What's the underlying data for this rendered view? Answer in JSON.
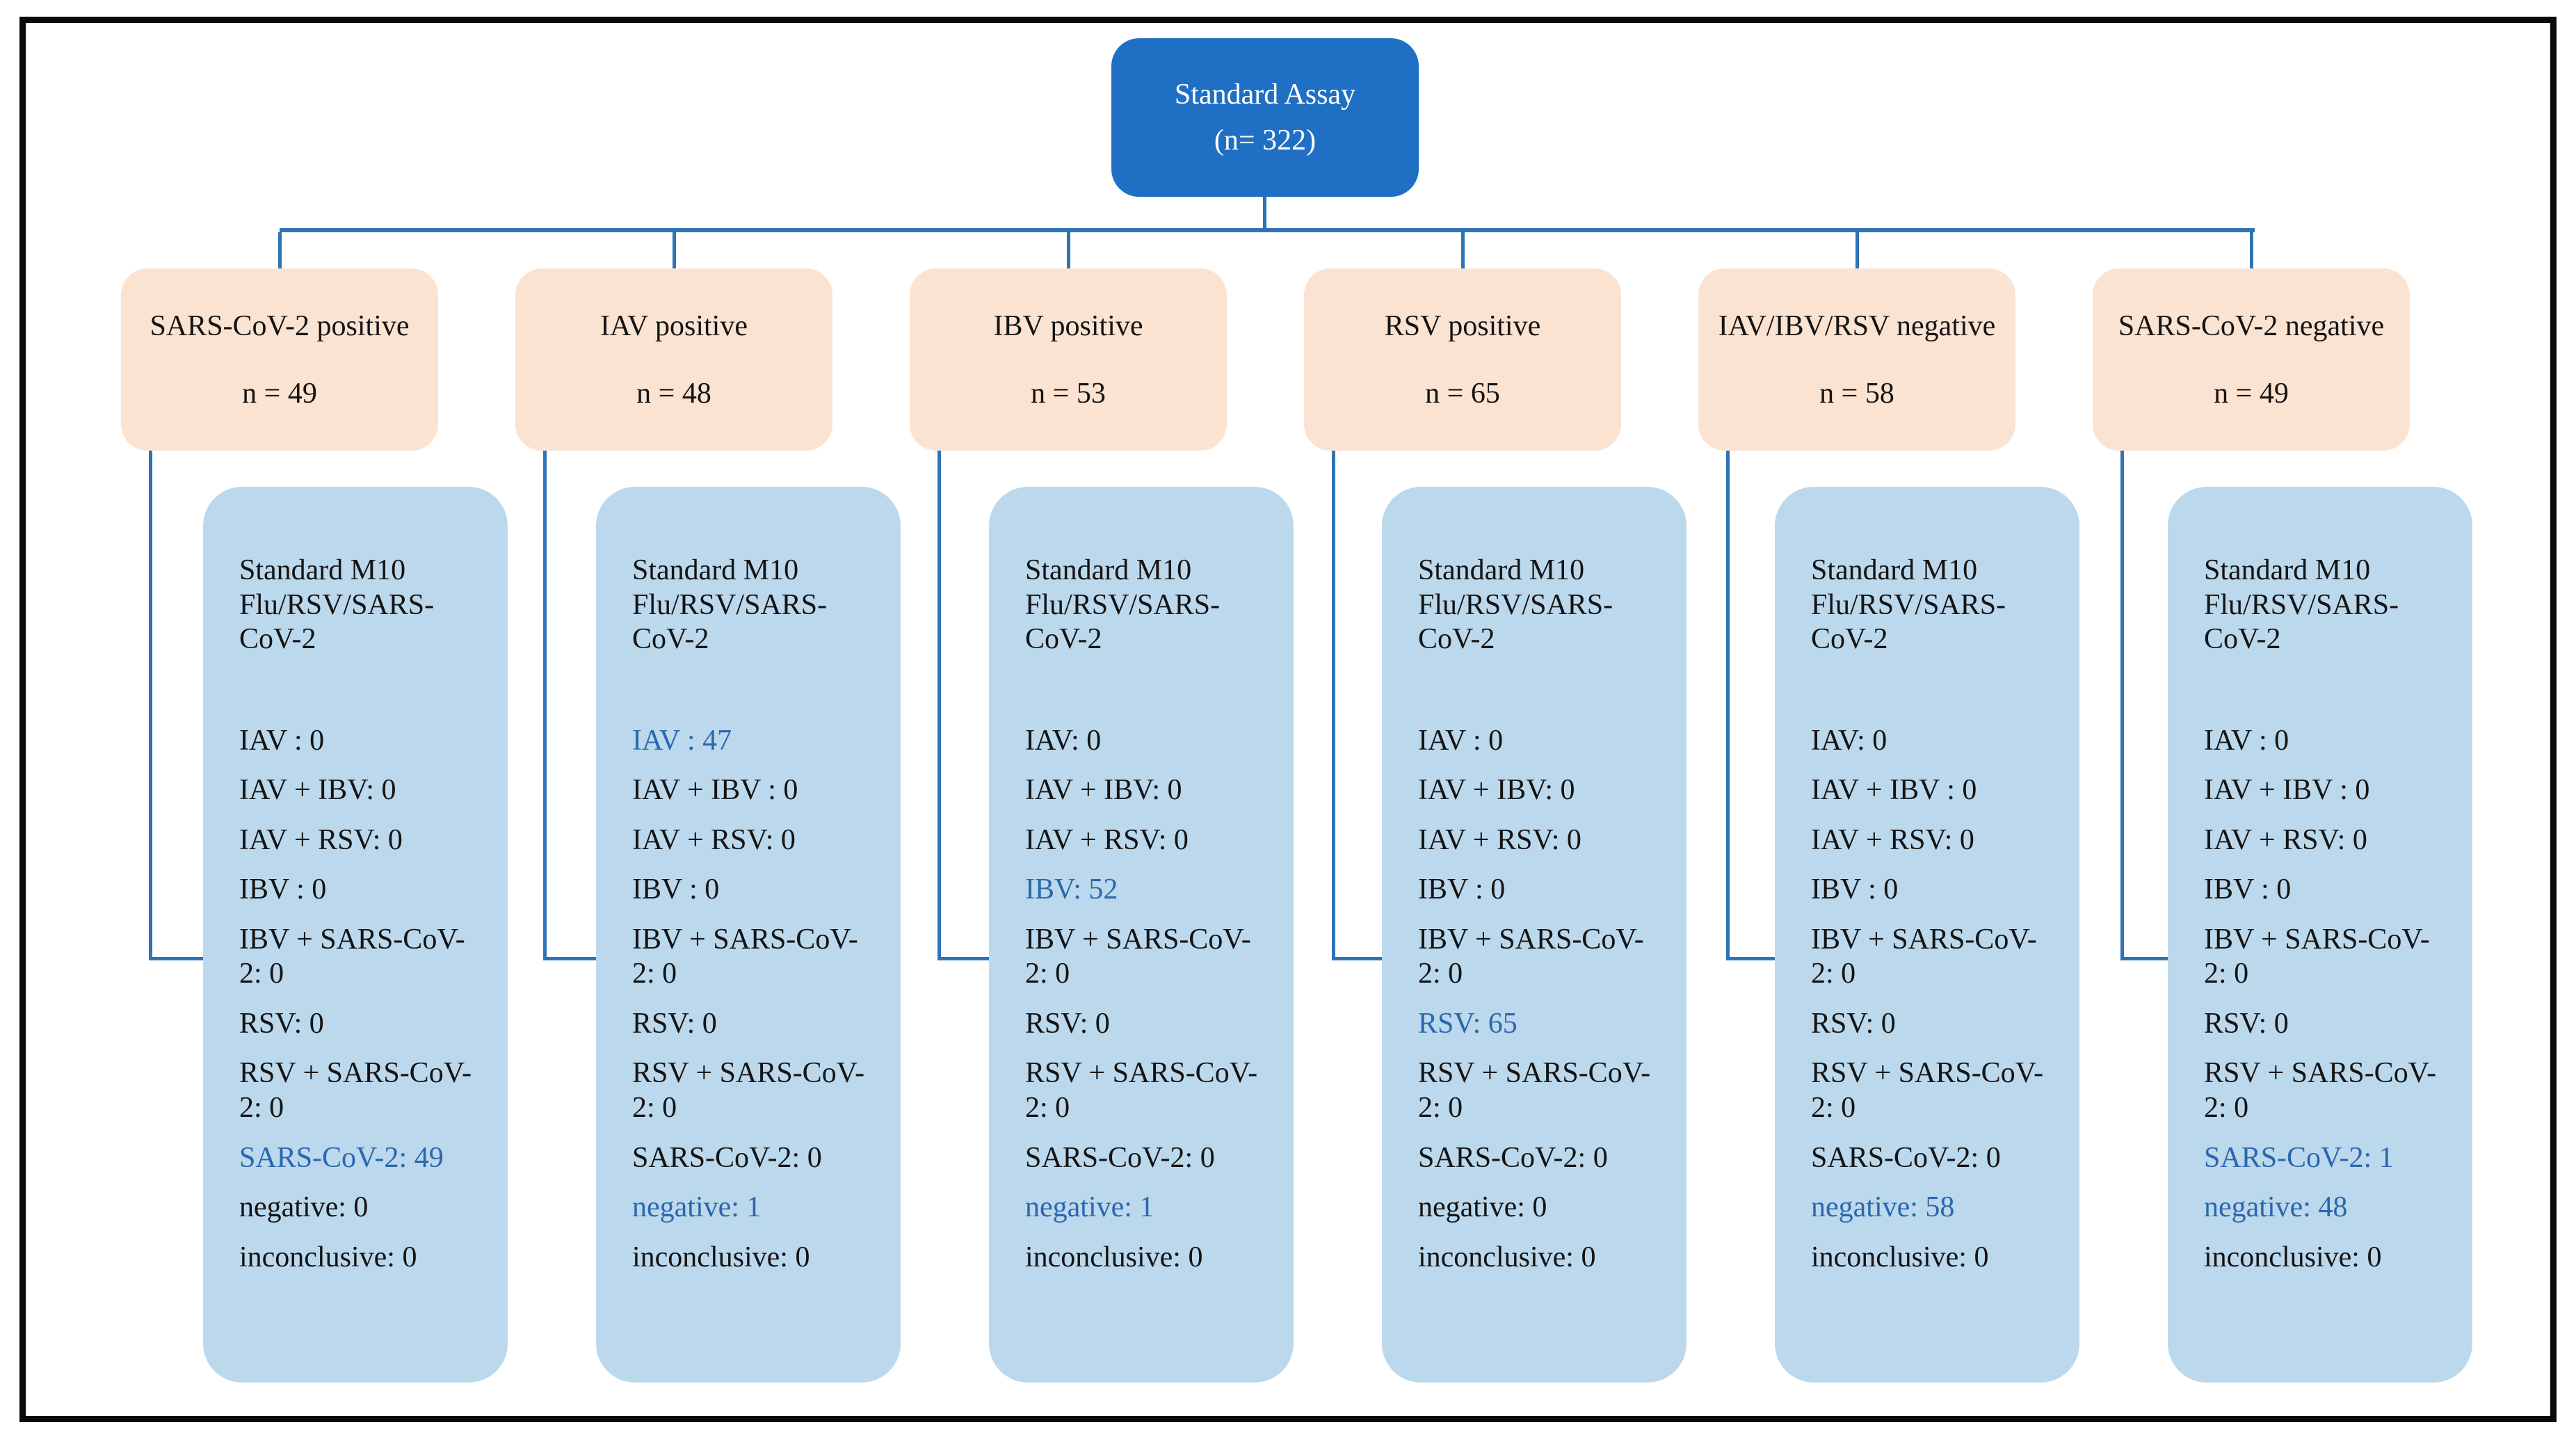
{
  "root": {
    "title": "Standard Assay",
    "subtitle": "(n= 322)"
  },
  "branches": [
    {
      "label": "SARS-CoV-2 positive",
      "n_label": "n = 49",
      "result_title": "Standard M10 Flu/RSV/SARS-CoV-2",
      "results": [
        {
          "text": "IAV : 0",
          "highlight": false
        },
        {
          "text": "IAV + IBV: 0",
          "highlight": false
        },
        {
          "text": "IAV + RSV: 0",
          "highlight": false
        },
        {
          "text": "IBV : 0",
          "highlight": false
        },
        {
          "text": "IBV + SARS-CoV-2: 0",
          "highlight": false
        },
        {
          "text": "RSV: 0",
          "highlight": false
        },
        {
          "text": "RSV + SARS-CoV-2: 0",
          "highlight": false
        },
        {
          "text": "SARS-CoV-2: 49",
          "highlight": true
        },
        {
          "text": "negative: 0",
          "highlight": false
        },
        {
          "text": "inconclusive: 0",
          "highlight": false
        }
      ]
    },
    {
      "label": "IAV positive",
      "n_label": "n = 48",
      "result_title": "Standard M10 Flu/RSV/SARS-CoV-2",
      "results": [
        {
          "text": "IAV : 47",
          "highlight": true
        },
        {
          "text": "IAV + IBV : 0",
          "highlight": false
        },
        {
          "text": "IAV + RSV: 0",
          "highlight": false
        },
        {
          "text": "IBV : 0",
          "highlight": false
        },
        {
          "text": "IBV + SARS-CoV-2: 0",
          "highlight": false
        },
        {
          "text": "RSV: 0",
          "highlight": false
        },
        {
          "text": "RSV + SARS-CoV-2: 0",
          "highlight": false
        },
        {
          "text": "SARS-CoV-2: 0",
          "highlight": false
        },
        {
          "text": "negative: 1",
          "highlight": true
        },
        {
          "text": "inconclusive: 0",
          "highlight": false
        }
      ]
    },
    {
      "label": "IBV  positive",
      "n_label": "n = 53",
      "result_title": "Standard M10 Flu/RSV/SARS-CoV-2",
      "results": [
        {
          "text": "IAV: 0",
          "highlight": false
        },
        {
          "text": "IAV + IBV: 0",
          "highlight": false
        },
        {
          "text": "IAV + RSV: 0",
          "highlight": false
        },
        {
          "text": "IBV: 52",
          "highlight": true
        },
        {
          "text": "IBV + SARS-CoV-2: 0",
          "highlight": false
        },
        {
          "text": "RSV: 0",
          "highlight": false
        },
        {
          "text": "RSV + SARS-CoV-2: 0",
          "highlight": false
        },
        {
          "text": "SARS-CoV-2: 0",
          "highlight": false
        },
        {
          "text": "negative: 1",
          "highlight": true
        },
        {
          "text": "inconclusive: 0",
          "highlight": false
        }
      ]
    },
    {
      "label": "RSV  positive",
      "n_label": "n = 65",
      "result_title": "Standard M10 Flu/RSV/SARS-CoV-2",
      "results": [
        {
          "text": "IAV : 0",
          "highlight": false
        },
        {
          "text": "IAV + IBV: 0",
          "highlight": false
        },
        {
          "text": "IAV + RSV: 0",
          "highlight": false
        },
        {
          "text": "IBV : 0",
          "highlight": false
        },
        {
          "text": "IBV + SARS-CoV-2: 0",
          "highlight": false
        },
        {
          "text": "RSV: 65",
          "highlight": true
        },
        {
          "text": "RSV + SARS-CoV-2: 0",
          "highlight": false
        },
        {
          "text": "SARS-CoV-2: 0",
          "highlight": false
        },
        {
          "text": "negative: 0",
          "highlight": false
        },
        {
          "text": "inconclusive: 0",
          "highlight": false
        }
      ]
    },
    {
      "label": "IAV/IBV/RSV negative",
      "n_label": "n = 58",
      "result_title": "Standard M10 Flu/RSV/SARS-CoV-2",
      "results": [
        {
          "text": "IAV: 0",
          "highlight": false
        },
        {
          "text": "IAV + IBV : 0",
          "highlight": false
        },
        {
          "text": "IAV + RSV: 0",
          "highlight": false
        },
        {
          "text": "IBV : 0",
          "highlight": false
        },
        {
          "text": "IBV + SARS-CoV-2: 0",
          "highlight": false
        },
        {
          "text": "RSV: 0",
          "highlight": false
        },
        {
          "text": "RSV + SARS-CoV-2: 0",
          "highlight": false
        },
        {
          "text": "SARS-CoV-2: 0",
          "highlight": false
        },
        {
          "text": "negative: 58",
          "highlight": true
        },
        {
          "text": "inconclusive: 0",
          "highlight": false
        }
      ]
    },
    {
      "label": "SARS-CoV-2 negative",
      "n_label": "n = 49",
      "result_title": "Standard M10 Flu/RSV/SARS-CoV-2",
      "results": [
        {
          "text": "IAV : 0",
          "highlight": false
        },
        {
          "text": "IAV + IBV : 0",
          "highlight": false
        },
        {
          "text": "IAV + RSV: 0",
          "highlight": false
        },
        {
          "text": "IBV : 0",
          "highlight": false
        },
        {
          "text": "IBV + SARS-CoV-2: 0",
          "highlight": false
        },
        {
          "text": "RSV: 0",
          "highlight": false
        },
        {
          "text": "RSV + SARS-CoV-2: 0",
          "highlight": false
        },
        {
          "text": "SARS-CoV-2: 1",
          "highlight": true
        },
        {
          "text": "negative: 48",
          "highlight": true
        },
        {
          "text": "inconclusive: 0",
          "highlight": false
        }
      ]
    }
  ],
  "colors": {
    "root_fill": "#1F6FC5",
    "branch_fill": "#FBE3D2",
    "detail_fill": "#BCD8EC",
    "connector": "#2E74B5",
    "highlight_text": "#2B67AE"
  }
}
